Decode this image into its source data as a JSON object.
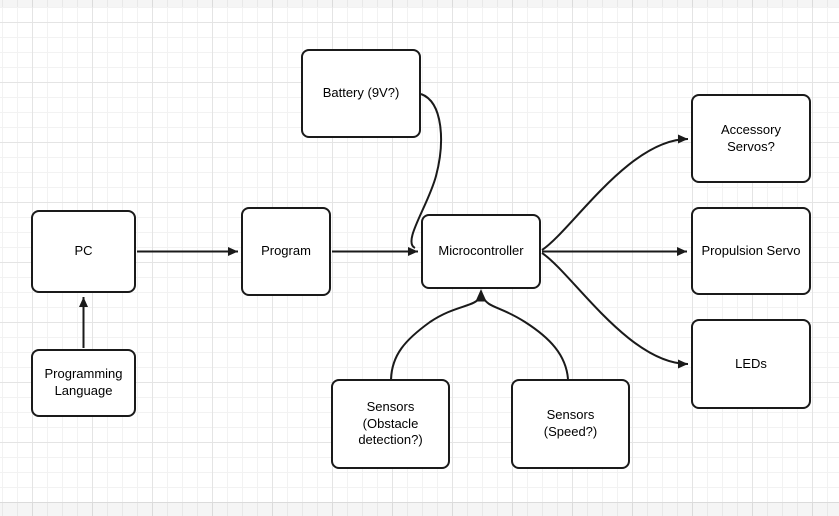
{
  "diagram": {
    "nodes": {
      "pc": {
        "label": "PC",
        "lines": [
          "PC"
        ]
      },
      "programming_language": {
        "label": "Programming Language",
        "lines": [
          "Programming",
          "Language"
        ]
      },
      "program": {
        "label": "Program",
        "lines": [
          "Program"
        ]
      },
      "battery": {
        "label": "Battery (9V?)",
        "lines": [
          "Battery (9V?)"
        ]
      },
      "microcontroller": {
        "label": "Microcontroller",
        "lines": [
          "Microcontroller"
        ]
      },
      "sensors_obstacle": {
        "label": "Sensors (Obstacle detection?)",
        "lines": [
          "Sensors",
          "(Obstacle",
          "detection?)"
        ]
      },
      "sensors_speed": {
        "label": "Sensors (Speed?)",
        "lines": [
          "Sensors",
          "(Speed?)"
        ]
      },
      "accessory_servos": {
        "label": "Accessory Servos?",
        "lines": [
          "Accessory",
          "Servos?"
        ]
      },
      "propulsion_servo": {
        "label": "Propulsion Servo",
        "lines": [
          "Propulsion Servo"
        ]
      },
      "leds": {
        "label": "LEDs",
        "lines": [
          "LEDs"
        ]
      }
    },
    "connectors": [
      {
        "from": "Programming Language",
        "to": "PC"
      },
      {
        "from": "PC",
        "to": "Program"
      },
      {
        "from": "Program",
        "to": "Microcontroller"
      },
      {
        "from": "Battery (9V?)",
        "to": "Microcontroller"
      },
      {
        "from": "Sensors (Obstacle detection?)",
        "to": "Microcontroller"
      },
      {
        "from": "Sensors (Speed?)",
        "to": "Microcontroller"
      },
      {
        "from": "Microcontroller",
        "to": "Accessory Servos?"
      },
      {
        "from": "Microcontroller",
        "to": "Propulsion Servo"
      },
      {
        "from": "Microcontroller",
        "to": "LEDs"
      }
    ],
    "colors": {
      "node_fill": "#ffffff",
      "node_border": "#1a1a1a",
      "text": "#000000",
      "grid_minor": "#f2f2f2",
      "grid_major": "#e4e4e4",
      "canvas": "#ffffff"
    }
  }
}
